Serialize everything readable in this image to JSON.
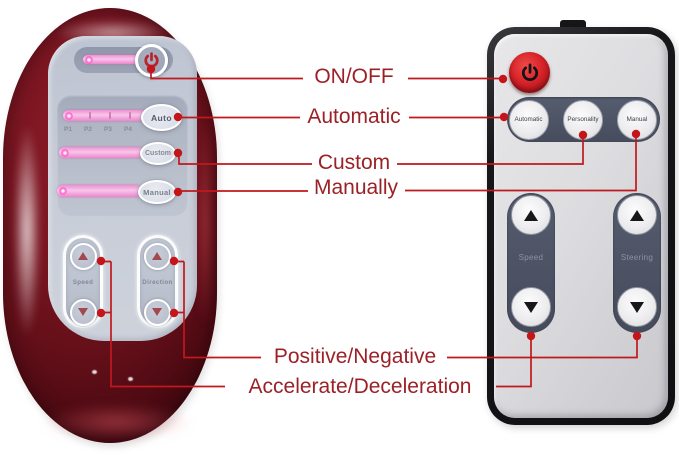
{
  "scene": {
    "background": "#ffffff",
    "type": "annotated product image of two massage-chair remote controls"
  },
  "annotations": {
    "label_color": "#9b2127",
    "line_color": "#c0191d",
    "labels": {
      "on_off": "ON/OFF",
      "automatic": "Automatic",
      "custom": "Custom",
      "manually": "Manually",
      "positive_negative": "Positive/Negative",
      "accelerate_deceleration": "Accelerate/Deceleration"
    }
  },
  "panel_device": {
    "body_color": "#6f121c",
    "panel_color": "#c7ccd7",
    "slider_color": "#f09ad8",
    "power_icon": "power-icon",
    "auto_button": "Auto",
    "custom_button": "Custom",
    "manual_button": "Manual",
    "presets": [
      "P1",
      "P2",
      "P3",
      "P4"
    ],
    "speed_label": "Speed",
    "direction_label": "Direction"
  },
  "remote": {
    "body_color": "#d8d8db",
    "frame_color": "#141416",
    "power_color": "#d8242a",
    "power_icon": "power-icon",
    "mode_buttons": [
      "Automatic",
      "Personality",
      "Manual"
    ],
    "rockers": [
      {
        "label": "Speed"
      },
      {
        "label": "Steering"
      }
    ]
  }
}
